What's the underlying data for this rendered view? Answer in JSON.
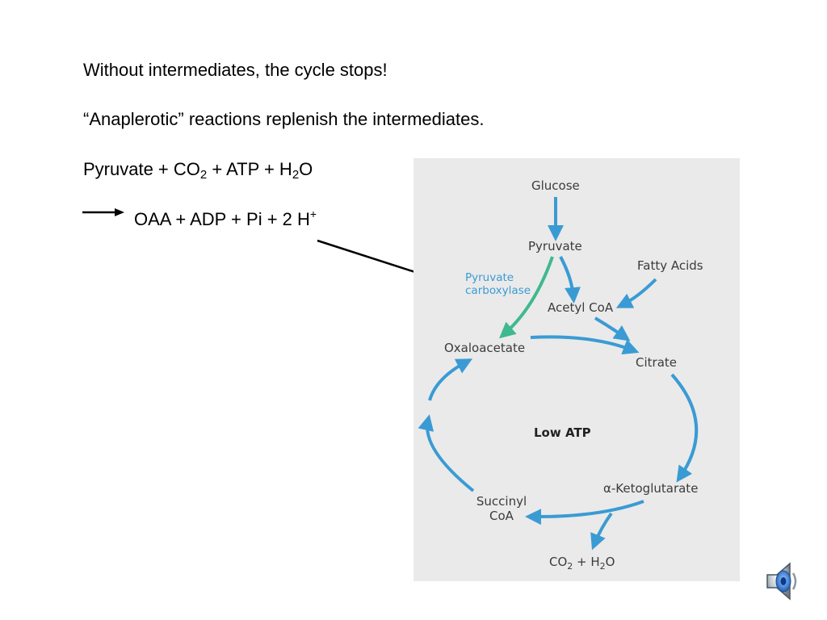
{
  "slide": {
    "line1": "Without intermediates, the cycle stops!",
    "line2": "“Anaplerotic” reactions replenish the intermediates.",
    "equation": {
      "reactants_a": "Pyruvate + CO",
      "co2_sub": "2",
      "reactants_b": " + ATP + H",
      "h2o_sub": "2",
      "reactants_c": "O",
      "products_a": "OAA + ADP + Pi + 2 H",
      "h_sup": "+"
    }
  },
  "diagram": {
    "glucose": "Glucose",
    "pyruvate": "Pyruvate",
    "fatty_acids": "Fatty Acids",
    "enzyme_line1": "Pyruvate",
    "enzyme_line2": "carboxylase",
    "acetyl_coa": "Acetyl CoA",
    "oxaloacetate": "Oxaloacetate",
    "citrate": "Citrate",
    "center_label": "Low ATP",
    "alpha": "α",
    "ketoglutarate": "-Ketoglutarate",
    "succinyl_line1": "Succinyl",
    "succinyl_line2": "CoA",
    "prod_co2": "CO",
    "prod_sub1": "2",
    "prod_plus_h": " + H",
    "prod_sub2": "2",
    "prod_o": "O",
    "colors": {
      "arrow_blue": "#3a9bd4",
      "arrow_green": "#3fb98f",
      "panel_bg": "#eaeaea"
    }
  },
  "icons": {
    "speaker": "speaker-icon"
  }
}
